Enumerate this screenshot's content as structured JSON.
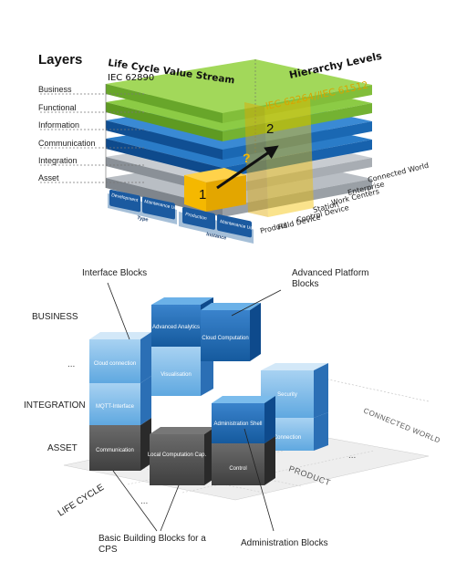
{
  "top": {
    "heading": "Layers",
    "layers": [
      "Business",
      "Functional",
      "Information",
      "Communication",
      "Integration",
      "Asset"
    ],
    "lifecycle_title": "Life Cycle Value Stream",
    "lifecycle_std": "IEC 62890",
    "hierarchy_title": "Hierarchy Levels",
    "hierarchy_std": "IEC 62264//IEC 61512",
    "hierarchy_levels": [
      "Connected World",
      "Enterprise",
      "Work Centers",
      "Station",
      "Control Device",
      "Field Device",
      "Product"
    ],
    "marker_1": "1",
    "marker_2": "2",
    "marker_q": "?",
    "type_boxes": [
      "Development",
      "Maintenance Usage"
    ],
    "type_label": "Type",
    "instance_boxes": [
      "Production",
      "Maintenance Usage"
    ],
    "instance_label": "Instance",
    "colors": {
      "green": "#8cc63f",
      "blue": "#1565b0",
      "gray": "#9aa0a6",
      "yellow": "#f5b800"
    }
  },
  "bottom": {
    "axis_rows": [
      "BUSINESS",
      "...",
      "INTEGRATION",
      "ASSET"
    ],
    "lifecycle_axis": "LIFE CYCLE",
    "connected_world": "CONNECTED WORLD",
    "product_axis": "PRODUCT",
    "ellipsis": "...",
    "blocks": {
      "communication": "Communication",
      "mqtt": "MQTT-Interface",
      "cloud_conn": "Cloud connection",
      "advanced_analytics": "Advanced Analytics",
      "cloud_comp": "Cloud Computation",
      "visualisation": "Visualisation",
      "local_comp": "Local Computation Cap.",
      "admin_shell": "Administration Shell",
      "control": "Control",
      "security": "Security",
      "connection": "Connection"
    },
    "callouts": {
      "interface": "Interface Blocks",
      "advanced_platform": "Advanced Platform Blocks",
      "basic_building": "Basic Building Blocks for a CPS",
      "administration": "Administration Blocks"
    },
    "colors": {
      "light_blue": "#4fa3e3",
      "dark_blue": "#1a5fa8",
      "dark_gray": "#555555"
    }
  }
}
